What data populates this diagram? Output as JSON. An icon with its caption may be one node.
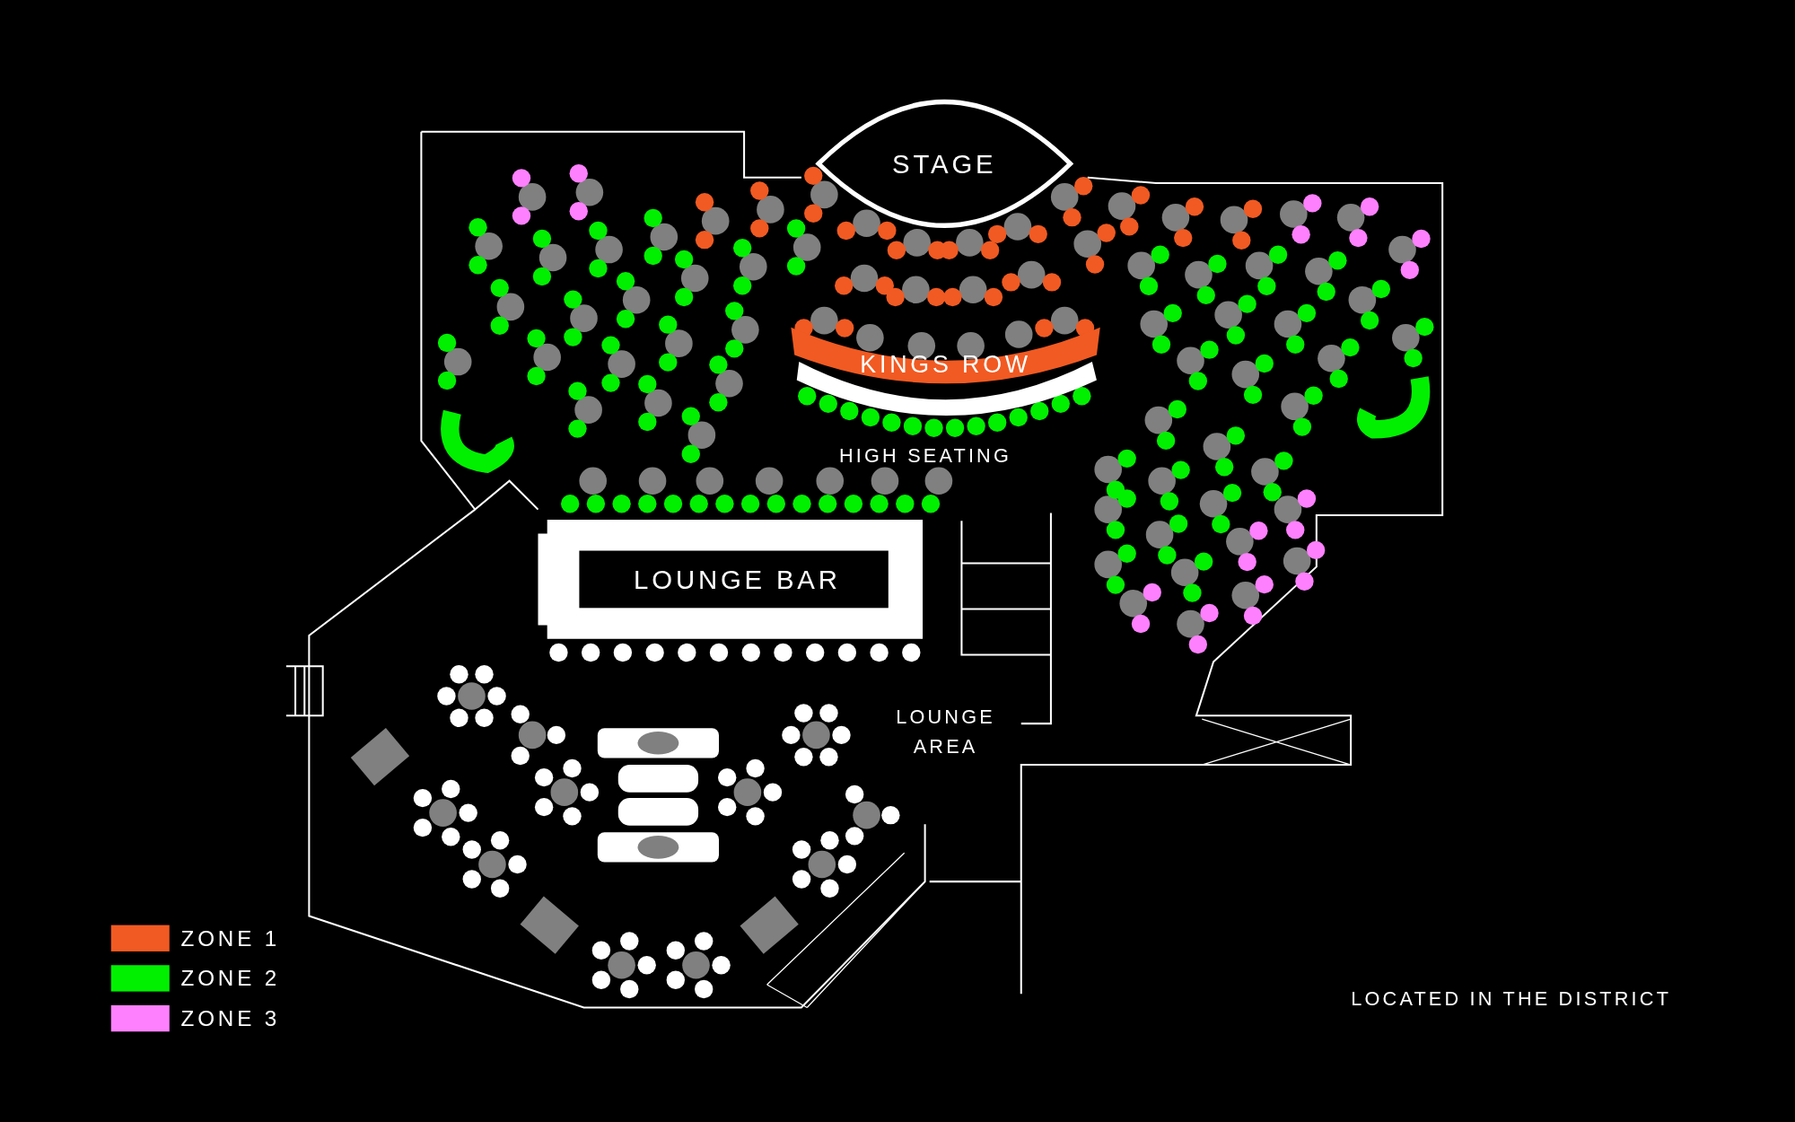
{
  "diagram": {
    "nodes": [
      {
        "text": [
          "STAGE"
        ]
      },
      {
        "text": [
          "KINGS ROW"
        ]
      },
      {
        "text": [
          "LOUNGE BAR"
        ]
      }
    ],
    "labels": [
      "HIGH SEATING",
      "LOUNGE AREA",
      "LOCATED IN THE DISTRICT"
    ],
    "legend": [
      {
        "text": "ZONE 1",
        "color": "#f15a22"
      },
      {
        "text": "ZONE 2",
        "color": "#00f000"
      },
      {
        "text": "ZONE 3",
        "color": "#ff80ff"
      }
    ]
  }
}
